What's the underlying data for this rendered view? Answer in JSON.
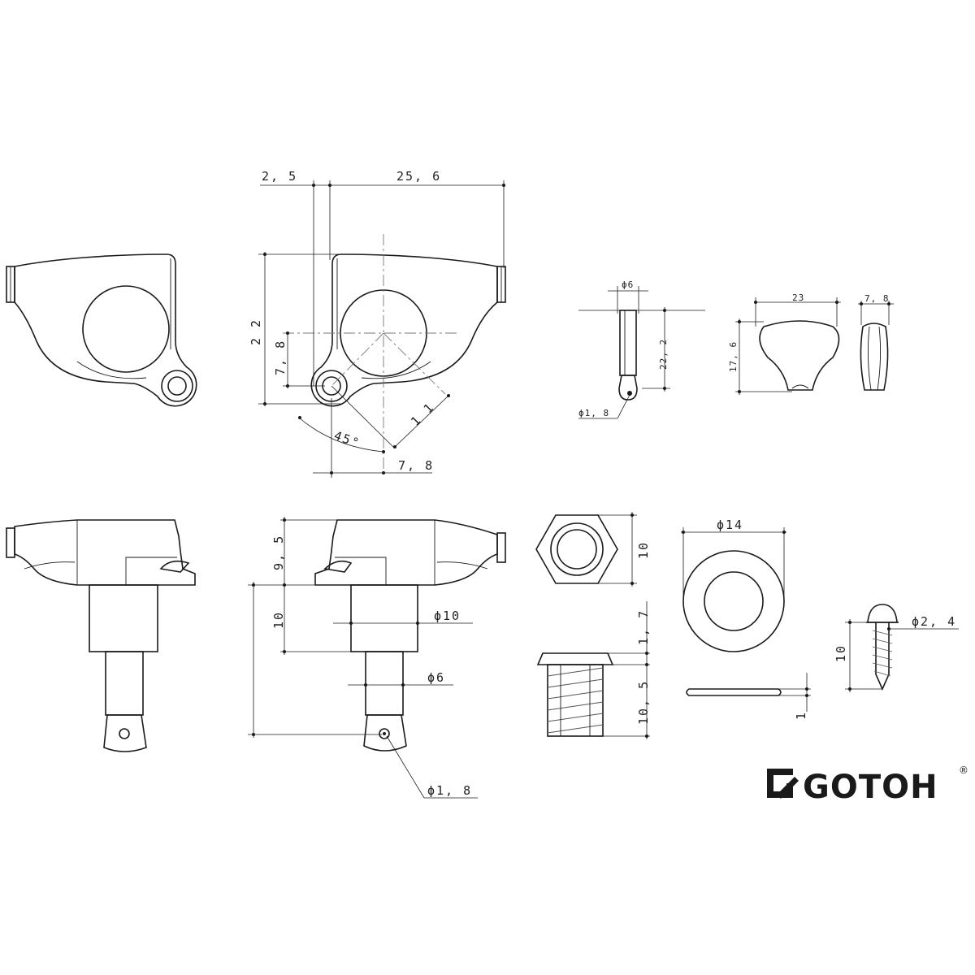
{
  "dimensions": {
    "top_front": {
      "width_offset": "2, 5",
      "width_main": "25, 6",
      "height": "2 2",
      "hole_height": "7, 8",
      "diag_len": "1 1",
      "angle": "45°",
      "bottom_offset": "7, 8"
    },
    "post": {
      "diameter": "ϕ6",
      "height": "22, 2",
      "hole": "ϕ1, 8"
    },
    "button": {
      "width": "23",
      "height": "17, 6",
      "thickness": "7, 8"
    },
    "side": {
      "top_height": "9, 5",
      "shaft_height": "10",
      "shaft_diameter": "ϕ10",
      "post_diameter": "ϕ6",
      "hole": "ϕ1, 8"
    },
    "hex_nut": {
      "height": "10"
    },
    "bushing": {
      "flange": "1, 7",
      "length": "10, 5"
    },
    "washer": {
      "diameter": "ϕ14",
      "thickness": "1"
    },
    "screw": {
      "diameter": "ϕ2, 4",
      "length": "10"
    }
  },
  "brand": {
    "name": "GOTOH",
    "mark": "®",
    "icon": "gotoh-logo-icon"
  }
}
